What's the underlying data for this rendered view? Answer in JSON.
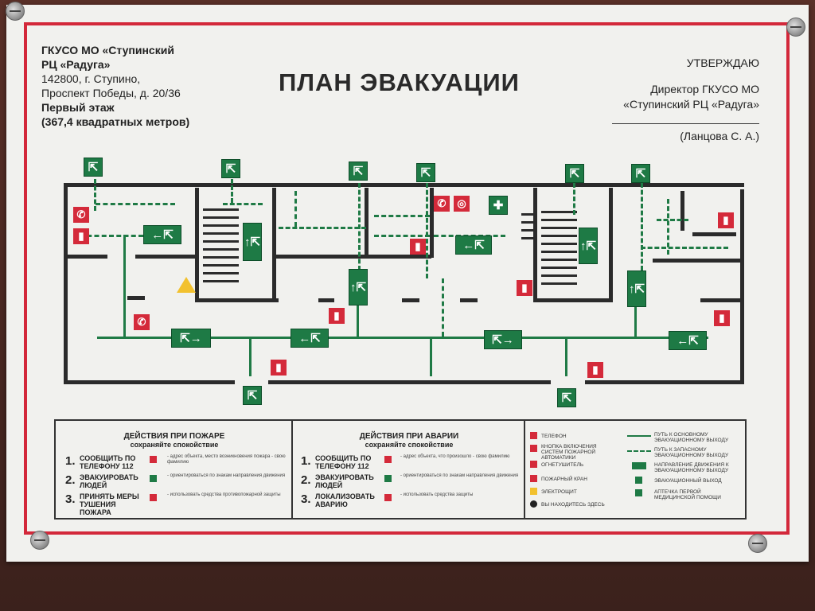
{
  "header": {
    "org_line1": "ГКУСО МО «Ступинский",
    "org_line2": "РЦ «Радуга»",
    "org_line3": "142800, г. Ступино,",
    "org_line4": "Проспект Победы, д. 20/36",
    "org_line5": "Первый этаж",
    "org_line6": "(367,4 квадратных метров)",
    "title": "ПЛАН ЭВАКУАЦИИ",
    "approve_line1": "УТВЕРЖДАЮ",
    "approve_line2": "Директор ГКУСО МО",
    "approve_line3": "«Ступинский РЦ «Радуга»",
    "approve_name": "(Ланцова С. А.)"
  },
  "legend": {
    "fire": {
      "title": "ДЕЙСТВИЯ ПРИ ПОЖАРЕ",
      "subtitle": "сохраняйте спокойствие",
      "steps": [
        {
          "num": "1.",
          "label": "СООБЩИТЬ ПО ТЕЛЕФОНУ 112",
          "note": "- адрес объекта, место возникновения пожара - свою фамилию"
        },
        {
          "num": "2.",
          "label": "ЭВАКУИРОВАТЬ ЛЮДЕЙ",
          "note": "- ориентироваться по знакам направления движения"
        },
        {
          "num": "3.",
          "label": "ПРИНЯТЬ МЕРЫ ТУШЕНИЯ ПОЖАРА",
          "note": "- использовать средства противопожарной защиты"
        }
      ]
    },
    "accident": {
      "title": "ДЕЙСТВИЯ ПРИ АВАРИИ",
      "subtitle": "сохраняйте спокойствие",
      "steps": [
        {
          "num": "1.",
          "label": "СООБЩИТЬ ПО ТЕЛЕФОНУ 112",
          "note": "- адрес объекта, что произошло - свою фамилию"
        },
        {
          "num": "2.",
          "label": "ЭВАКУИРОВАТЬ ЛЮДЕЙ",
          "note": "- ориентироваться по знакам направления движения"
        },
        {
          "num": "3.",
          "label": "ЛОКАЛИЗОВАТЬ АВАРИЮ",
          "note": "- использовать средства защиты"
        }
      ]
    },
    "symbols": {
      "phone": "ТЕЛЕФОН",
      "button": "КНОПКА ВКЛЮЧЕНИЯ СИСТЕМ ПОЖАРНОЙ АВТОМАТИКИ",
      "extinguisher": "ОГНЕТУШИТЕЛЬ",
      "hydrant": "ПОЖАРНЫЙ КРАН",
      "electric": "ЭЛЕКТРОЩИТ",
      "here": "ВЫ НАХОДИТЕСЬ ЗДЕСЬ",
      "main_path": "ПУТЬ К ОСНОВНОМУ ЭВАКУАЦИОННОМУ ВЫХОДУ",
      "spare_path": "ПУТЬ К ЗАПАСНОМУ ЭВАКУАЦИОННОМУ ВЫХОДУ",
      "direction": "НАПРАВЛЕНИЕ ДВИЖЕНИЯ К ЭВАКУАЦИОННОМУ ВЫХОДУ",
      "exit": "ЭВАКУАЦИОННЫЙ ВЫХОД",
      "firstaid": "АПТЕЧКА ПЕРВОЙ МЕДИЦИНСКОЙ ПОМОЩИ"
    }
  },
  "colors": {
    "frame": "#d3283a",
    "path": "#1f7a45",
    "wall": "#2b2b2b"
  },
  "icons": [
    "exit-icon",
    "fire-extinguisher-icon",
    "phone-icon",
    "electric-hazard-icon",
    "fire-button-icon",
    "first-aid-icon"
  ]
}
